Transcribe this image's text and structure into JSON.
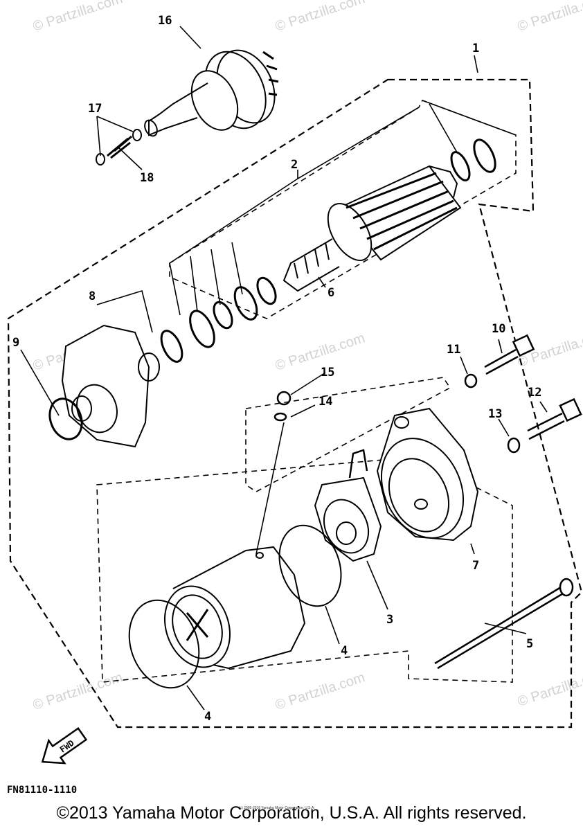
{
  "callouts": {
    "n1": "1",
    "n2": "2",
    "n3": "3",
    "n4a": "4",
    "n4b": "4",
    "n5": "5",
    "n6": "6",
    "n7": "7",
    "n8": "8",
    "n9": "9",
    "n10": "10",
    "n11": "11",
    "n12": "12",
    "n13": "13",
    "n14": "14",
    "n15": "15",
    "n16": "16",
    "n17": "17",
    "n18": "18"
  },
  "watermark": "© Partzilla.com",
  "fwd_label": "FWD",
  "diagram_code": "FN81110-1110",
  "small_copyright": "(c) 2005-2016 Yamaha Motor Corporation, U.S.A.",
  "copyright": "©2013 Yamaha Motor Corporation, U.S.A. All rights reserved."
}
